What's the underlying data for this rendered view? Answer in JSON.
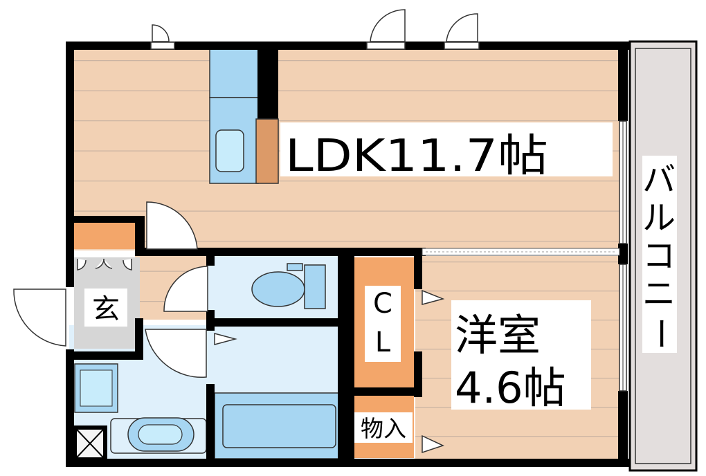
{
  "rooms": {
    "ldk": "LDK11.7帖",
    "youshitsu_line1": "洋室",
    "youshitsu_line2": "4.6帖",
    "closet_line1": "C",
    "closet_line2": "L",
    "storage": "物入",
    "entrance": "玄"
  },
  "balcony": {
    "chars": [
      "バ",
      "ル",
      "コ",
      "ニ",
      "ー"
    ]
  },
  "colors": {
    "floor_wood": "#f2d1b4",
    "floor_line": "#c9b3a2",
    "wet_area": "#dff0fb",
    "fixture_blue": "#a7d6f2",
    "closet_orange": "#f3a66a",
    "balcony_gray": "#e3dedd",
    "entrance_gray": "#d6d6d6",
    "wall": "#000000"
  }
}
